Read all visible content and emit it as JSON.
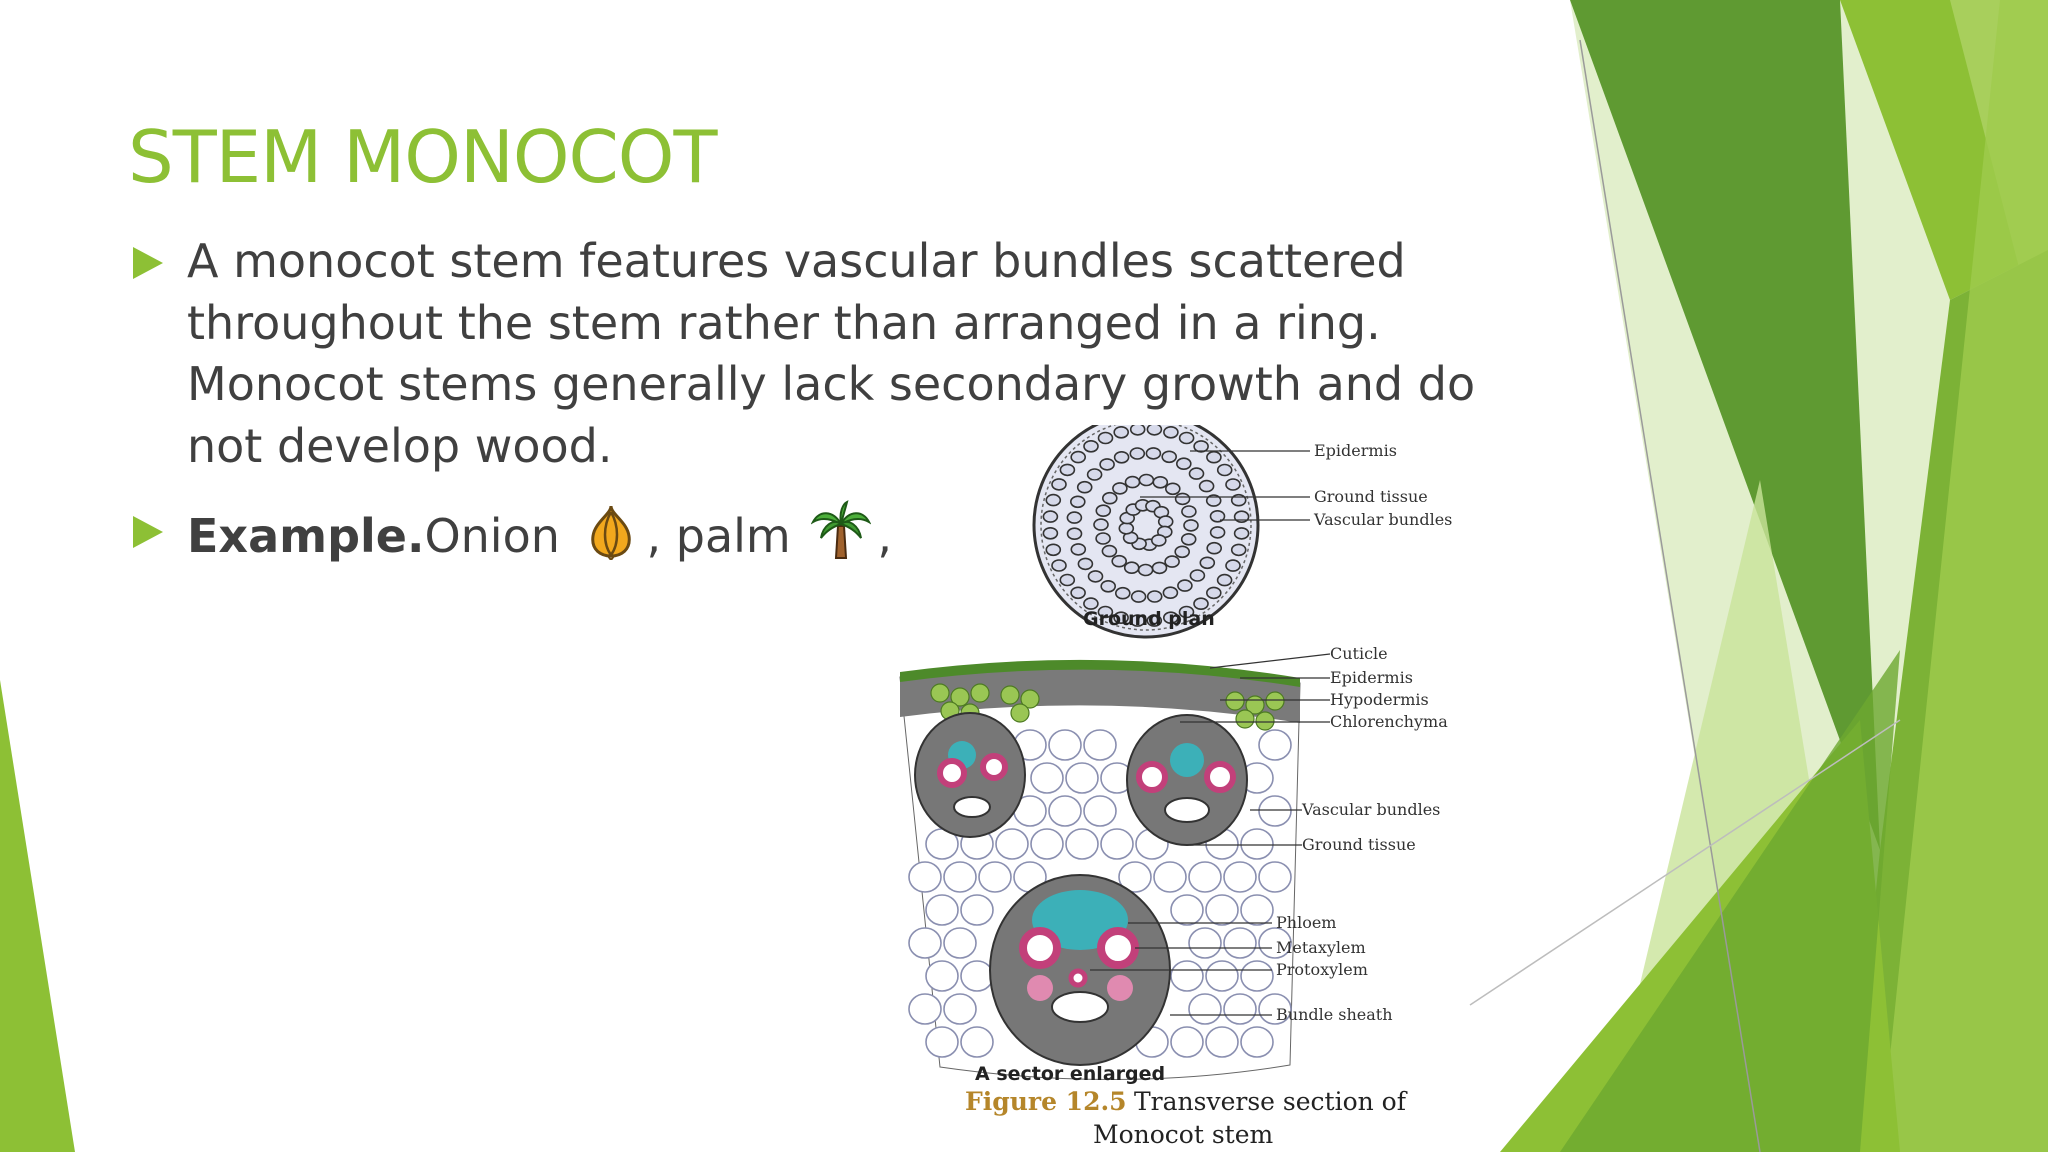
{
  "slide": {
    "title": "STEM MONOCOT",
    "bullets": [
      {
        "text": "A monocot stem features vascular bundles scattered throughout the stem rather than arranged in a ring. Monocot stems generally lack secondary growth and do not develop wood."
      },
      {
        "bold": "Example.",
        "item1": "Onion",
        "sep1": ",",
        "item2": "palm",
        "sep2": ","
      }
    ],
    "icons": [
      "onion-icon",
      "palm-tree-icon"
    ]
  },
  "figure": {
    "ground_plan_labels": [
      "Epidermis",
      "Ground tissue",
      "Vascular bundles"
    ],
    "ground_plan_caption": "Ground plan",
    "sector_labels": [
      "Cuticle",
      "Epidermis",
      "Hypodermis",
      "Chlorenchyma",
      "Vascular bundles",
      "Ground tissue",
      "Phloem",
      "Metaxylem",
      "Protoxylem",
      "Bundle sheath"
    ],
    "sector_caption": "A sector enlarged",
    "figure_number": "Figure 12.5",
    "figure_title_line1": "Transverse section of",
    "figure_title_line2": "Monocot stem"
  },
  "theme": {
    "accent": "#8dc035",
    "text": "#404040",
    "dark_green": "#5f9a32"
  }
}
